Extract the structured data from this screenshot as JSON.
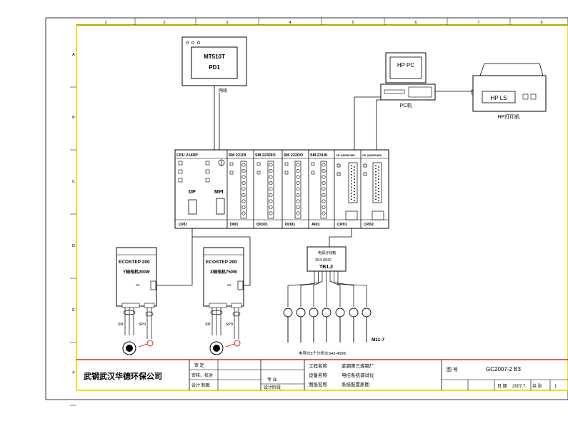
{
  "ruler": {
    "top": [
      "1",
      "2",
      "3",
      "4",
      "5",
      "6",
      "7",
      "8"
    ],
    "left": [
      "A",
      "B",
      "C",
      "D",
      "E",
      "F"
    ]
  },
  "hmi": {
    "model": "MT510T",
    "id": "PD1",
    "cable_label": "网线"
  },
  "hp_pc": {
    "label": "HP PC",
    "sub": "PC机"
  },
  "hp_printer": {
    "label": "HP LS",
    "sub": "HP打印机"
  },
  "plc": {
    "cpu_module": "CPU 214DP",
    "slots": [
      "SM 221DI",
      "SM 223DIO",
      "SM 222DO",
      "SM 231AI",
      "CP 340/RS485",
      "CP 340/RS485"
    ],
    "dp_label": "DP",
    "mpi_label": "MPI",
    "bottom_labels": [
      "CPU",
      "DI01",
      "DIO01",
      "DO01",
      "AI01",
      "CP01",
      "CP02"
    ]
  },
  "drives": [
    {
      "model": "ECOSTEP 200",
      "axis": "Y轴电机200W",
      "port": "X2"
    },
    {
      "model": "ECOSTEP 200",
      "axis": "X轴电机750W",
      "port": "X2"
    }
  ],
  "motor_labels": [
    "SM",
    "SPD"
  ],
  "terminal_box": {
    "line1": "电源分线箱",
    "line2": "204-002F",
    "id": "TB1.2"
  },
  "sensors": {
    "id": "M11-7",
    "caption": "电导仪5个分析仪S43-450B"
  },
  "title_block": {
    "company": "武钢武汉华德环保公司",
    "approval": [
      "审 定",
      "审核、校对",
      "设计 制图"
    ],
    "mid": [
      "专 业",
      "设计阶段"
    ],
    "project_rows": [
      {
        "k": "工程名称",
        "v": "武钢第三炼钢厂"
      },
      {
        "k": "设备名称",
        "v": "电控系统调试仪"
      },
      {
        "k": "图纸名称",
        "v": "系统配置原图"
      }
    ],
    "drawing_no_label": "图 号",
    "drawing_no": "GC2007-2 B3",
    "date_label": "日 期",
    "date": "2007.7.",
    "sheet_label": "共 张",
    "sheet": "1"
  }
}
